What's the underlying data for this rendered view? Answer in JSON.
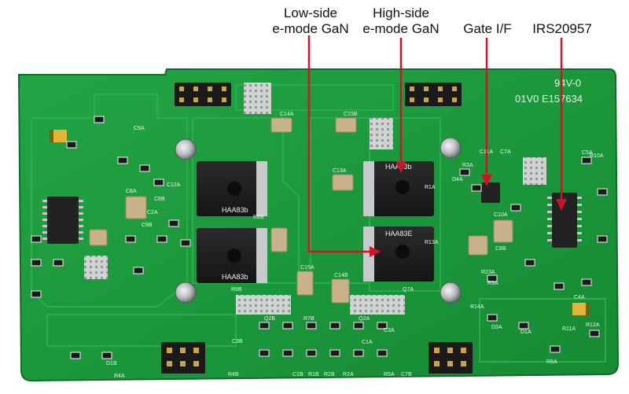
{
  "callouts": {
    "low_side": {
      "line1": "Low-side",
      "line2": "e-mode GaN"
    },
    "high_side": {
      "line1": "High-side",
      "line2": "e-mode GaN"
    },
    "gate_if": "Gate I/F",
    "driver": "IRS20957"
  },
  "board_marking": {
    "rating": "94V-0",
    "code": "01V0 E157634"
  },
  "colors": {
    "pcb": "#1d9a3c",
    "pcb_dark": "#137a2c",
    "arrow": "#d0122a",
    "silk": "#e9f3ea"
  },
  "designators": [
    "C14A",
    "C15B",
    "C13A",
    "R13A",
    "R14A",
    "C15A",
    "C14B",
    "R7B",
    "C3B",
    "Q7A",
    "R9B",
    "C8B",
    "C8A",
    "C3A",
    "C1A",
    "R5A",
    "R6A",
    "R4B",
    "C1B",
    "R1B",
    "R2A",
    "Q2A",
    "Q2B",
    "C9B",
    "D1B",
    "D1A",
    "R11A",
    "R8B",
    "R9A",
    "C9A",
    "C4A",
    "R12A",
    "D3A",
    "R23A",
    "C7A",
    "R3A",
    "C5A",
    "R10A",
    "C10A",
    "D4A",
    "C11A",
    "R2B",
    "R1A",
    "C2A",
    "C6B",
    "C7B",
    "R4A",
    "C12A"
  ],
  "devices": [
    "HAA83b",
    "HAA83b",
    "HAA83E",
    "HAA83b"
  ]
}
